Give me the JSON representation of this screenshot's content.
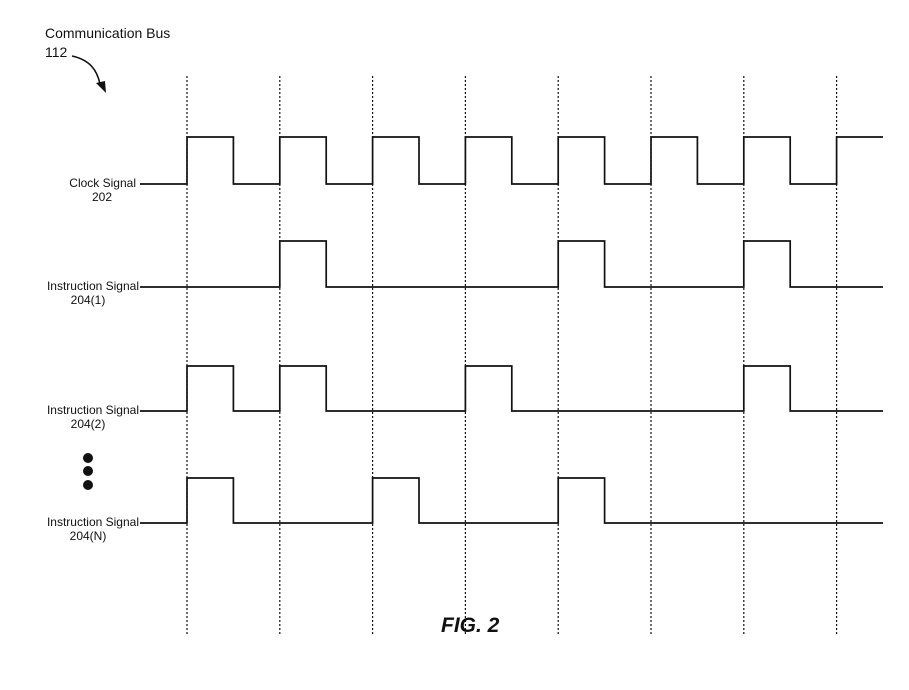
{
  "header": {
    "title": "Communication Bus",
    "ref": "112"
  },
  "signals": [
    {
      "name": "Clock Signal",
      "ref": "202",
      "levels": [
        1,
        0,
        1,
        0,
        1,
        0,
        1,
        0,
        1,
        0,
        1,
        0,
        1,
        0,
        1
      ]
    },
    {
      "name": "Instruction Signal",
      "ref": "204(1)",
      "levels": [
        0,
        0,
        1,
        0,
        0,
        0,
        0,
        0,
        1,
        0,
        0,
        0,
        1,
        0,
        0
      ]
    },
    {
      "name": "Instruction Signal",
      "ref": "204(2)",
      "levels": [
        1,
        0,
        1,
        0,
        0,
        0,
        1,
        0,
        0,
        0,
        0,
        0,
        1,
        0,
        0
      ]
    },
    {
      "name": "Instruction Signal",
      "ref": "204(N)",
      "levels": [
        1,
        0,
        0,
        0,
        1,
        0,
        0,
        0,
        1,
        0,
        0,
        0,
        0,
        0,
        0
      ]
    }
  ],
  "figure_label": "FIG. 2",
  "colors": {
    "line": "#111111",
    "background": "#ffffff"
  }
}
